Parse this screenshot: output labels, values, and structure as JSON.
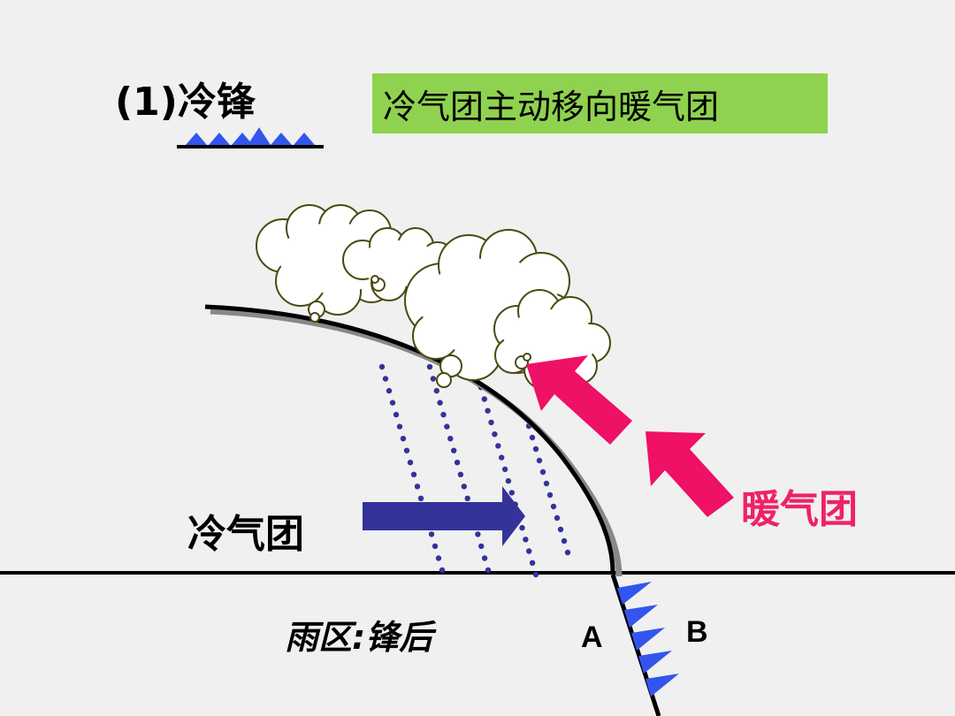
{
  "title": {
    "number": "(1)",
    "text": "冷锋"
  },
  "banner": "冷气团主动移向暖气团",
  "labels": {
    "cold_air": "冷气团",
    "warm_air": "暖气团",
    "rain_zone": "雨区:锋后",
    "point_a": "A",
    "point_b": "B"
  },
  "colors": {
    "background": "#f0f0f0",
    "banner": "#8fd24f",
    "cold_arrow": "#33339a",
    "warm_arrow": "#ee1166",
    "front_symbol": "#3355ee",
    "rain": "#33339a",
    "cloud_fill": "#ffffff",
    "cloud_outline": "#4a4a10"
  },
  "icons": [
    "cold-front-symbol-icon",
    "cloud-icon",
    "arrow-icon"
  ]
}
